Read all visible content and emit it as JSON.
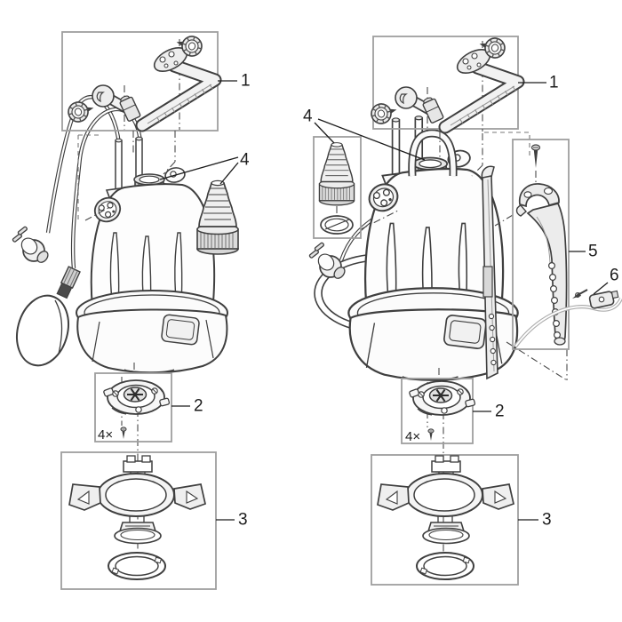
{
  "figure": {
    "type": "exploded-parts-diagram",
    "colors": {
      "background": "#ffffff",
      "line": "#3f3f3f",
      "box_border": "#9e9e9e",
      "label_text": "#1c1c1c",
      "cable_gray": "#adadad"
    },
    "left": {
      "callout_handle": "1",
      "callout_impeller": "2",
      "callout_stand": "3",
      "callout_adapter": "4",
      "screw_note": "4×"
    },
    "right": {
      "callout_handle": "1",
      "callout_impeller": "2",
      "callout_stand": "3",
      "callout_adapter": "4",
      "callout_sensor": "5",
      "callout_clip": "6",
      "screw_note": "4×"
    }
  }
}
